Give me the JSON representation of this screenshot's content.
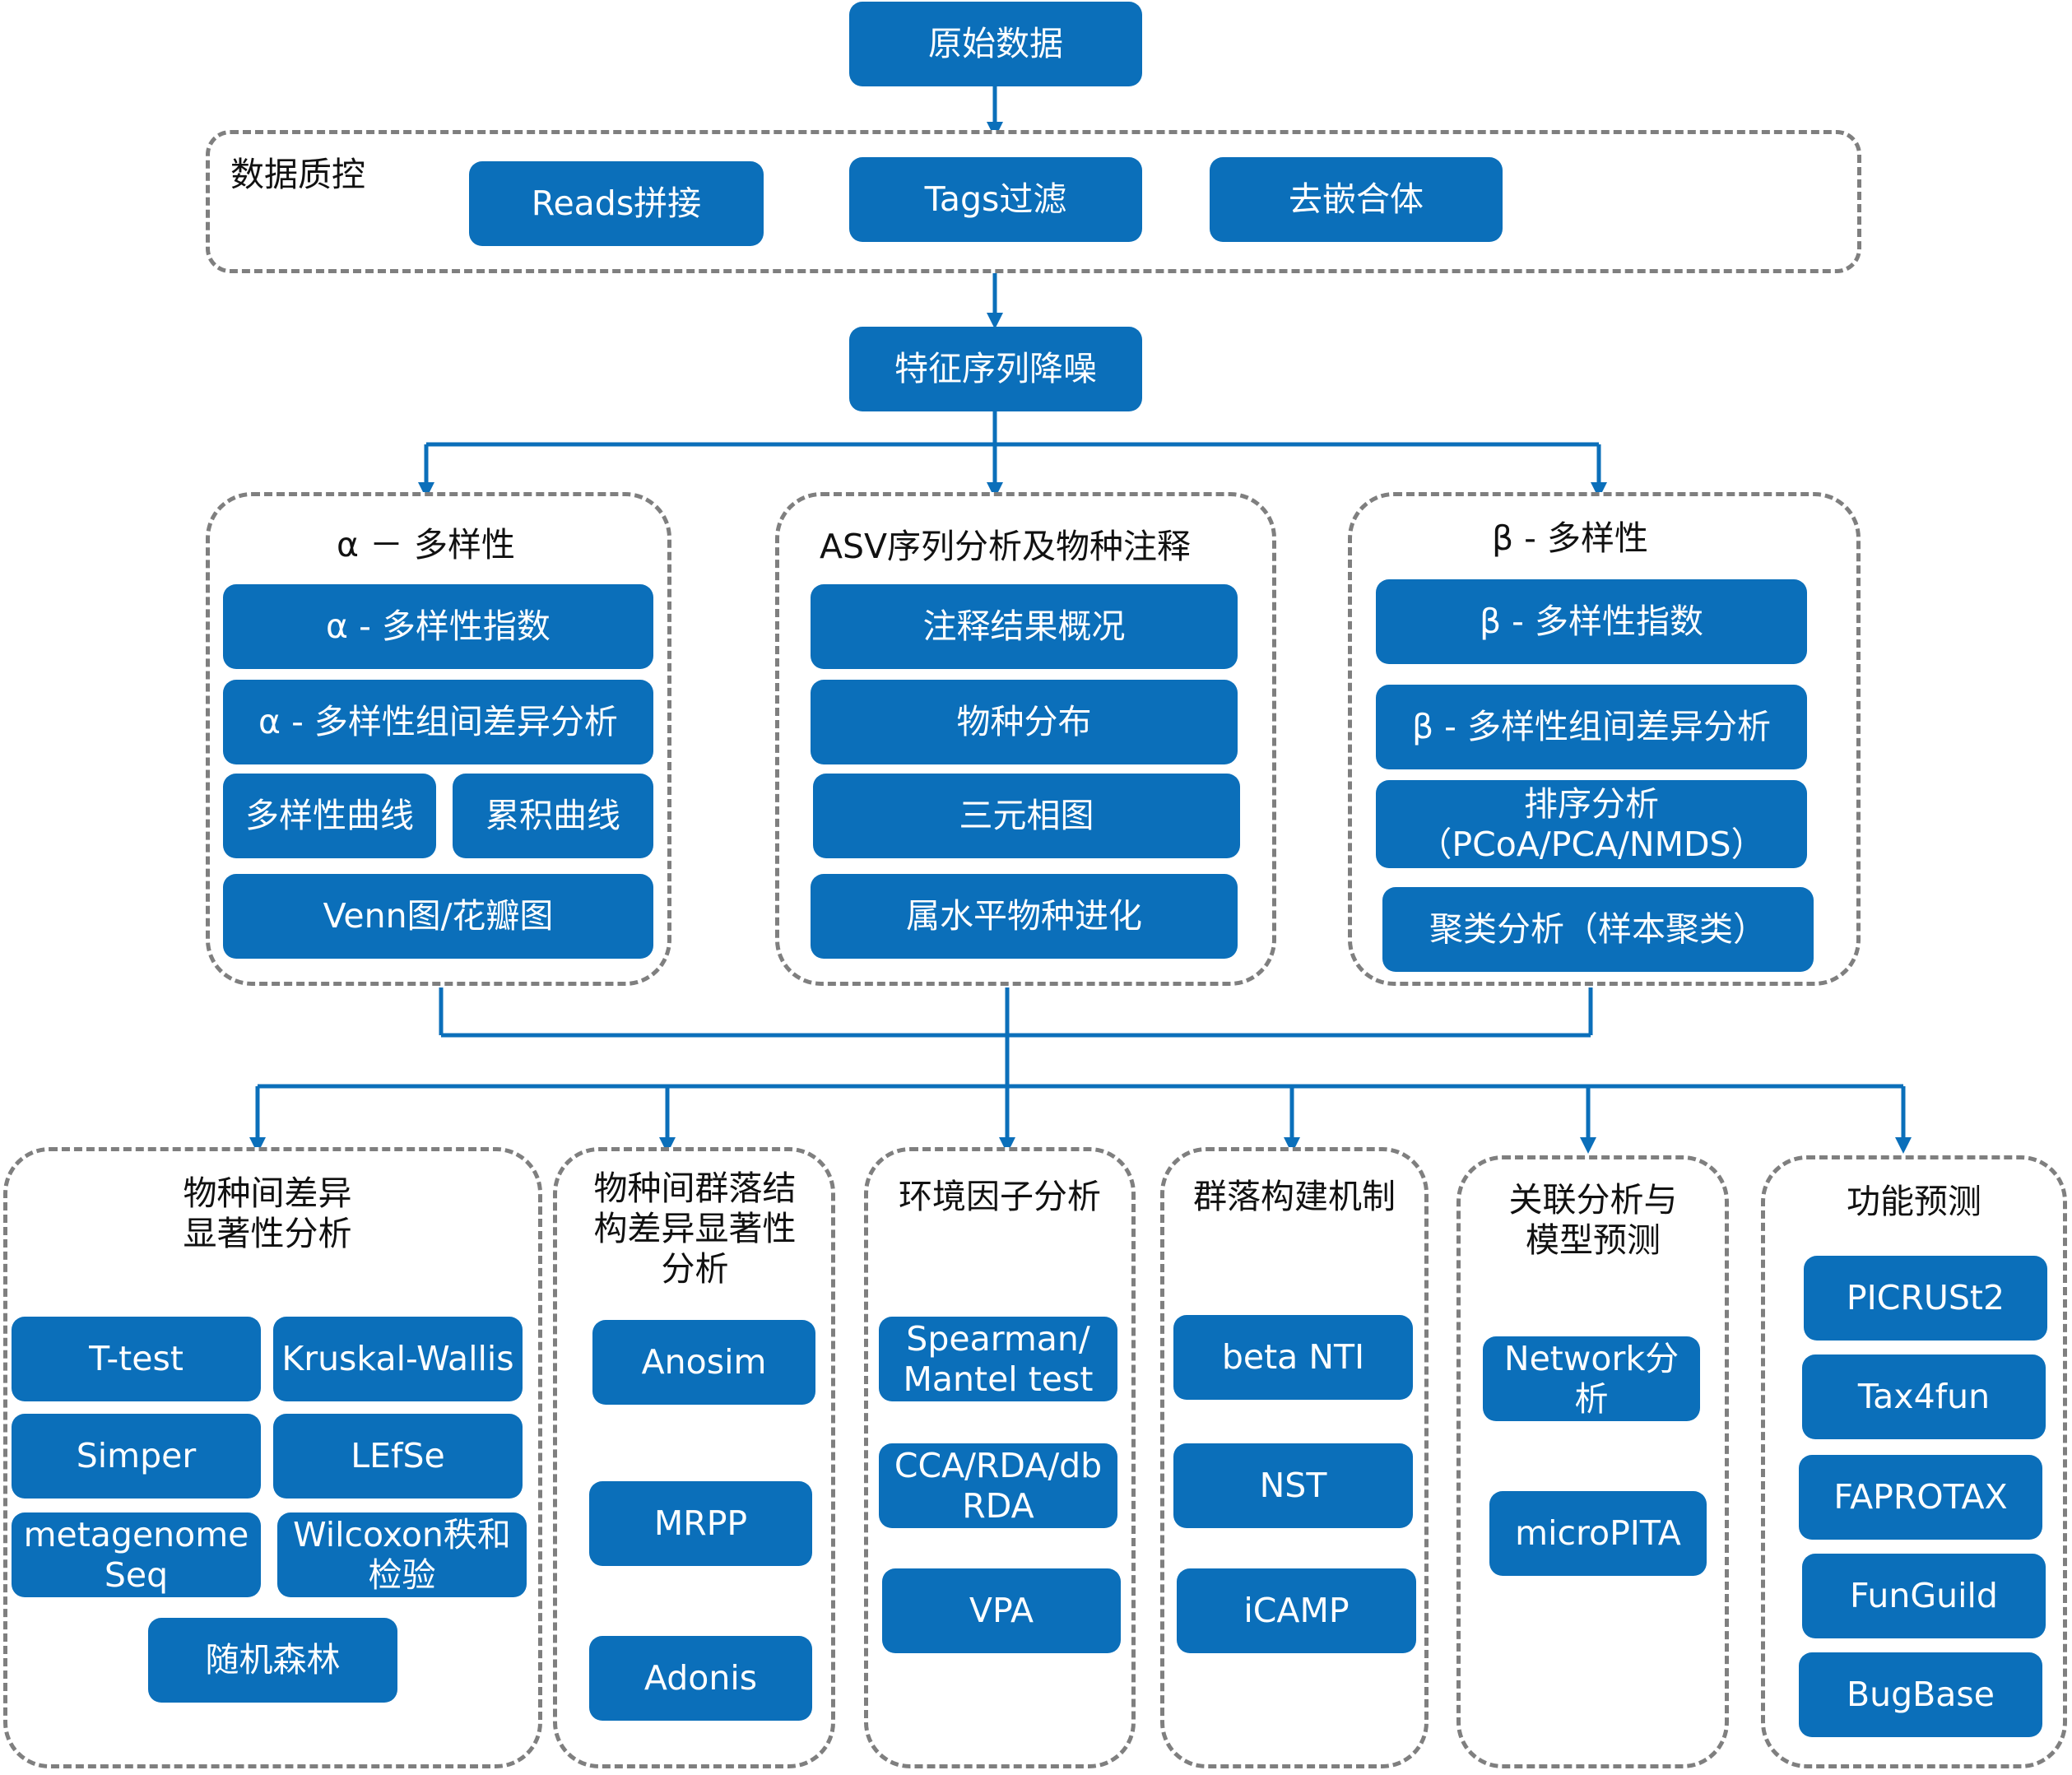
{
  "diagram": {
    "top": {
      "raw_data": "原始数据",
      "denoise": "特征序列降噪"
    },
    "qc": {
      "label": "数据质控",
      "items": [
        "Reads拼接",
        "Tags过滤",
        "去嵌合体"
      ]
    },
    "alpha": {
      "title": "α － 多样性",
      "index": "α - 多样性指数",
      "diff": "α - 多样性组间差异分析",
      "curve": "多样性曲线",
      "accum": "累积曲线",
      "venn": "Venn图/花瓣图"
    },
    "asv": {
      "title": "ASV序列分析及物种注释",
      "items": [
        "注释结果概况",
        "物种分布",
        "三元相图",
        "属水平物种进化"
      ]
    },
    "beta": {
      "title": "β - 多样性",
      "index": "β - 多样性指数",
      "diff": "β -  多样性组间差异分析",
      "ordination_line1": "排序分析",
      "ordination_line2": "（PCoA/PCA/NMDS）",
      "cluster": "聚类分析（样本聚类）"
    },
    "species_diff": {
      "title": "物种间差异显著性分析",
      "items": [
        "T-test",
        "Kruskal-Wallis",
        "Simper",
        "LEfSe",
        "metagenomeSeq",
        "Wilcoxon秩和检验",
        "随机森林"
      ]
    },
    "community": {
      "title": "物种间群落结构差异显著性分析",
      "items": [
        "Anosim",
        "MRPP",
        "Adonis"
      ]
    },
    "env": {
      "title": "环境因子分析",
      "items": [
        "Spearman/ Mantel test",
        "CCA/RDA/dbRDA",
        "VPA"
      ]
    },
    "assembly": {
      "title": "群落构建机制",
      "items": [
        "beta NTI",
        "NST",
        "iCAMP"
      ]
    },
    "network": {
      "title": "关联分析与模型预测",
      "items": [
        "Network分析",
        "microPITA"
      ]
    },
    "function": {
      "title": "功能预测",
      "items": [
        "PICRUSt2",
        "Tax4fun",
        "FAPROTAX",
        "FunGuild",
        "BugBase"
      ]
    }
  },
  "colors": {
    "box_fill": "#0b6fba",
    "box_text": "#ffffff",
    "connector": "#0b6fba",
    "dashed_border": "#7f7f7f"
  }
}
